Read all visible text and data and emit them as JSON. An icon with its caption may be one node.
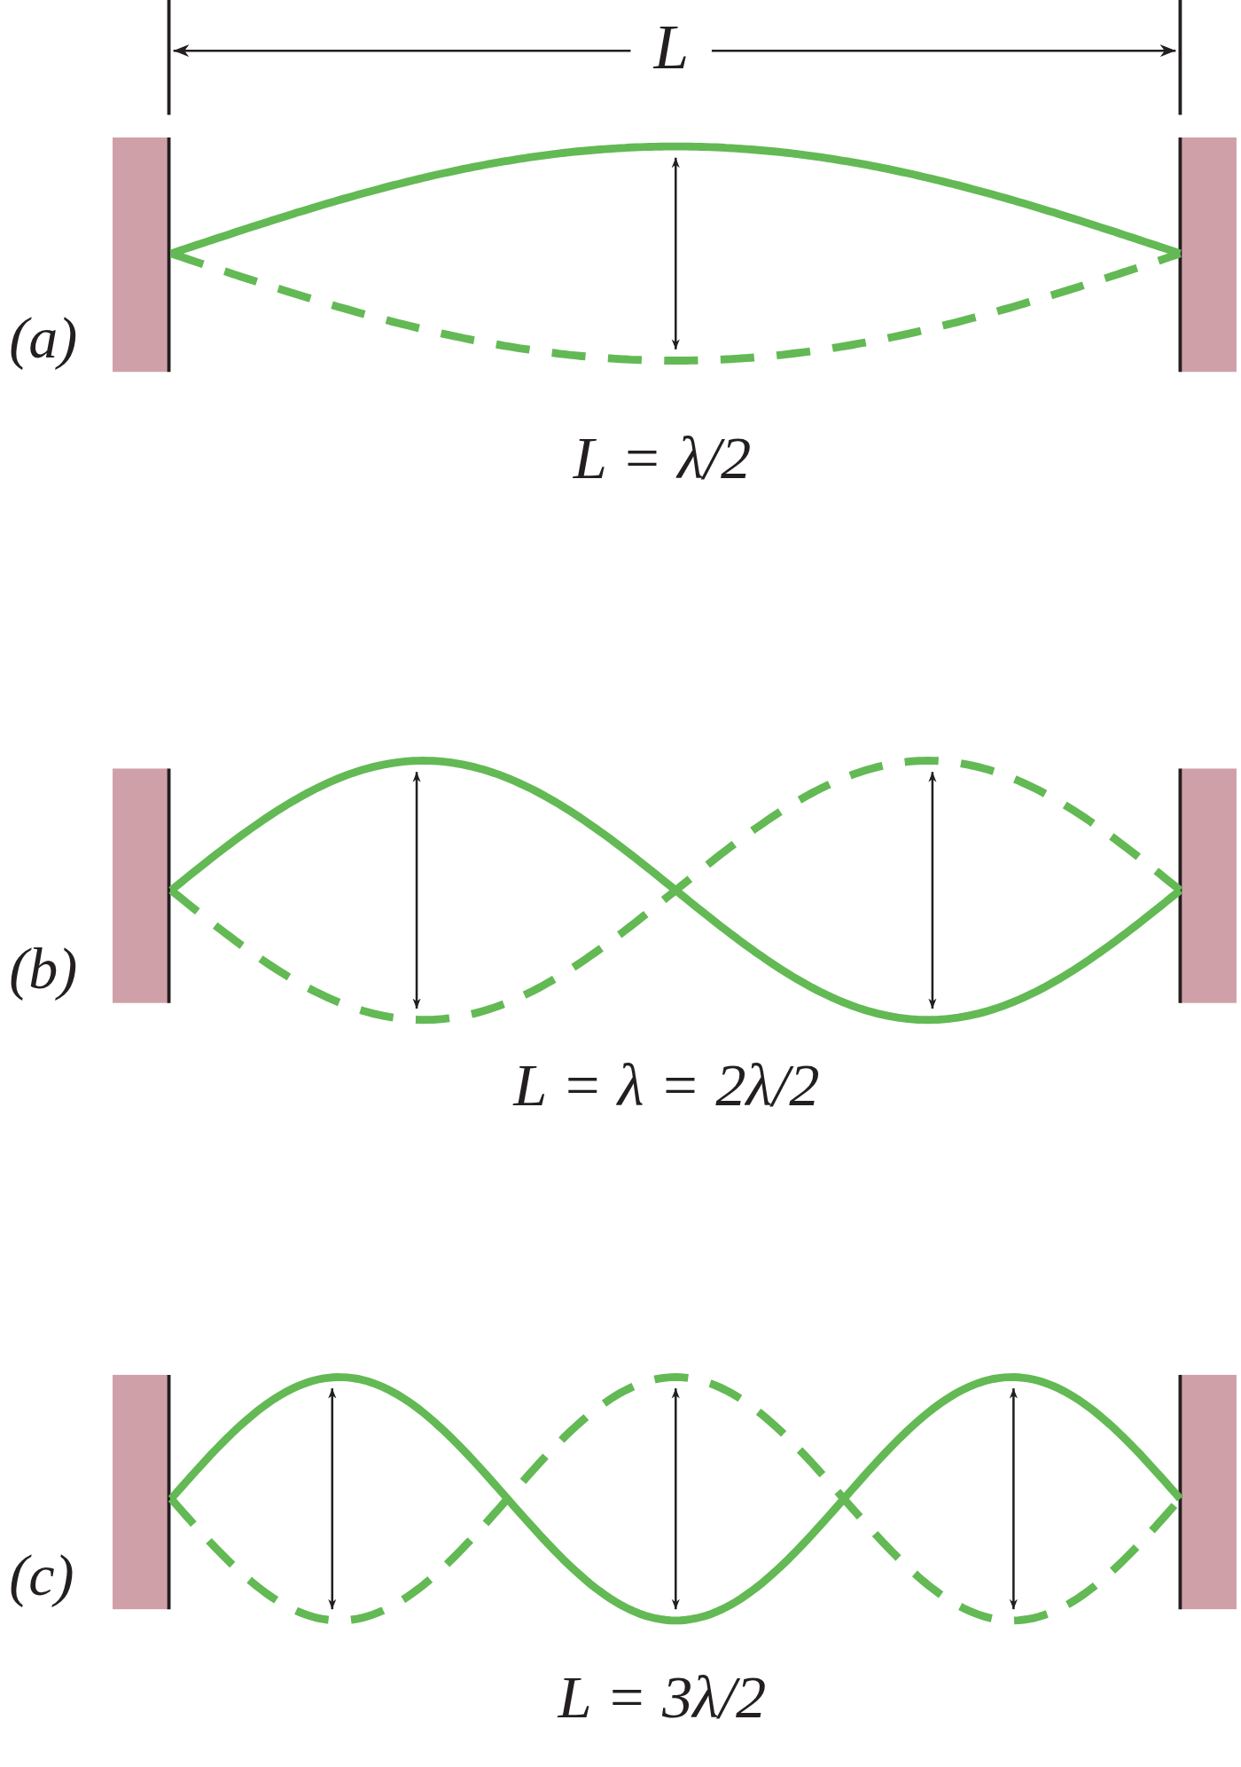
{
  "diagram": {
    "labels": [
      "L",
      "(a)",
      "L = λ/2",
      "(b)",
      "L = λ = 2λ/2",
      "(c)",
      "L = 3λ/2"
    ]
  }
}
